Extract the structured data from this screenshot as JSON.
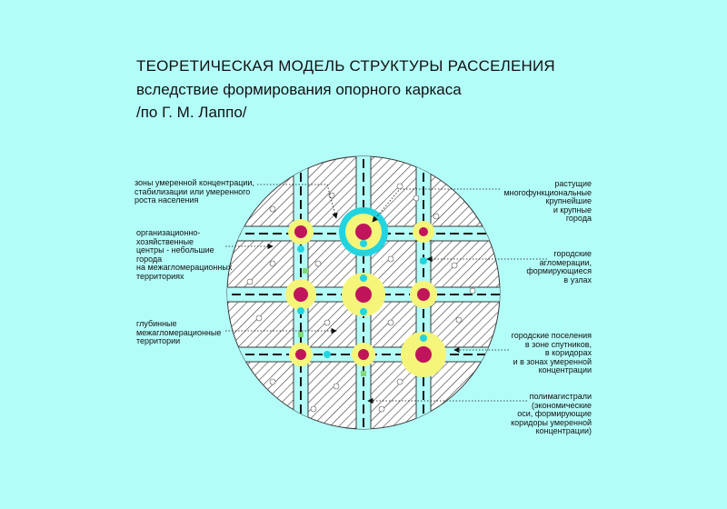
{
  "title": {
    "line1": "ТЕОРЕТИЧЕСКАЯ МОДЕЛЬ СТРУКТУРЫ РАССЕЛЕНИЯ",
    "line2": "вследствие формирования опорного каркаса",
    "line3": "/по Г. М. Лаппо/"
  },
  "labels": {
    "moderate_zones": "зоны умеренной концентрации,\nстабилизации или умеренного\nроста населения",
    "org_centers": "организационно-\nхозяйственные\nцентры - небольшие\nгорода\nна межагломерационных\nтерриториях",
    "deep_territories": "глубинные\nмежагломерационные\nтерритории",
    "growing_cities": "растущие\nмногофункциональные\nкрупнейшие\nи крупные\nгорода",
    "agglomerations": "городские\nагломерации,\nформирующиеся\nв узлах",
    "settlements": "городские поселения\nв зоне спутников,\nв коридорах\nи в зонах умеренной\nконцентрации",
    "polymainlines": "полимагистрали\n(экономические\nоси, формирующие\nкоридоры умеренной\nконцентрации)"
  },
  "colors": {
    "background": "#b3fdf9",
    "hatch": "#3a3a3a",
    "city_core": "#c0155a",
    "agglomeration": "#f5f57a",
    "satellite": "#22d4e0",
    "line": "#111111"
  }
}
